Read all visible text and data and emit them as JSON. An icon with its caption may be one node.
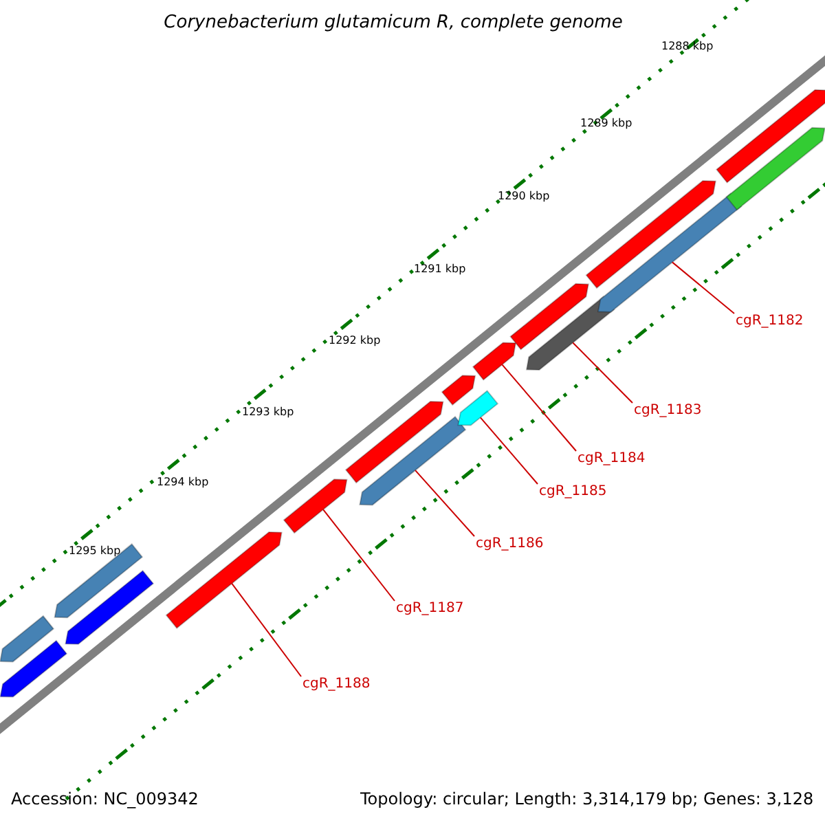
{
  "diagram": {
    "title": "Corynebacterium glutamicum R, complete genome",
    "nodes": [
      {
        "text": [
          "cgR_1182"
        ]
      },
      {
        "text": [
          "cgR_1183"
        ]
      },
      {
        "text": [
          "cgR_1184"
        ]
      },
      {
        "text": [
          "cgR_1185"
        ]
      },
      {
        "text": [
          "cgR_1186"
        ]
      },
      {
        "text": [
          "cgR_1187"
        ]
      },
      {
        "text": [
          "cgR_1188"
        ]
      },
      {
        "text": [],
        "shape": "bar"
      },
      {
        "text": [],
        "shape": "bar"
      },
      {
        "text": [],
        "shape": "bar"
      },
      {
        "text": [],
        "shape": "bar"
      },
      {
        "text": [],
        "shape": "bar"
      },
      {
        "text": [],
        "shape": "bar"
      },
      {
        "text": [],
        "shape": "bar"
      },
      {
        "text": [],
        "shape": "bar"
      },
      {
        "text": [],
        "shape": "bar"
      },
      {
        "text": [],
        "shape": "bar"
      },
      {
        "text": [],
        "shape": "bar"
      },
      {
        "text": [],
        "shape": "bar"
      },
      {
        "text": [],
        "shape": "bar"
      },
      {
        "text": [],
        "shape": "bar"
      },
      {
        "text": [],
        "shape": "bar"
      },
      {
        "text": [],
        "shape": "bar"
      },
      {
        "text": [],
        "shape": "bar"
      }
    ],
    "edges": [
      {
        "from": 0,
        "to": 21,
        "arrow": "none"
      },
      {
        "from": 1,
        "to": 19,
        "arrow": "none"
      },
      {
        "from": 2,
        "to": 17,
        "arrow": "none"
      },
      {
        "from": 3,
        "to": 16,
        "arrow": "none"
      },
      {
        "from": 4,
        "to": 14,
        "arrow": "none"
      },
      {
        "from": 5,
        "to": 12,
        "arrow": "none"
      },
      {
        "from": 6,
        "to": 11,
        "arrow": "none"
      }
    ],
    "labels": [
      "1288 kbp",
      "1289 kbp",
      "1290 kbp",
      "1291 kbp",
      "1292 kbp",
      "1293 kbp",
      "1294 kbp",
      "1295 kbp",
      "Accession: NC_009342",
      "Topology: circular; Length: 3,314,179 bp; Genes: 3,128"
    ]
  }
}
